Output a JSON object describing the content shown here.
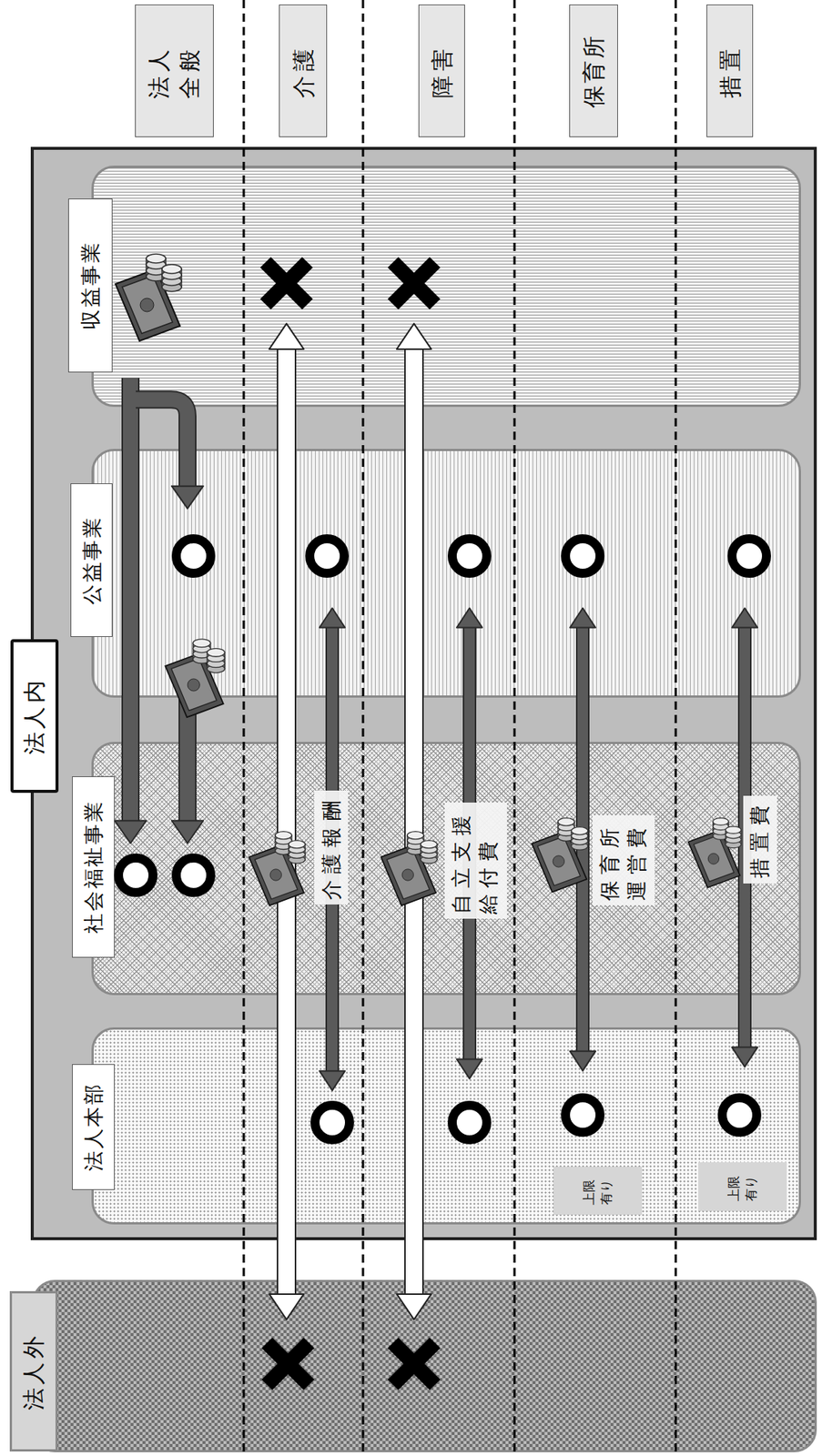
{
  "diagram": {
    "nodes": [
      {
        "text": [
          "法人全般"
        ]
      },
      {
        "text": [
          "介護"
        ]
      },
      {
        "text": [
          "障害"
        ]
      },
      {
        "text": [
          "保育所"
        ]
      },
      {
        "text": [
          "措置"
        ]
      },
      {
        "text": [
          "法人内"
        ]
      },
      {
        "text": [
          "収益事業"
        ],
        "in": 5
      },
      {
        "text": [
          "公益事業"
        ],
        "in": 5
      },
      {
        "text": [
          "社会福祉事業"
        ],
        "in": 5
      },
      {
        "text": [
          "法人本部"
        ],
        "in": 5
      },
      {
        "text": [
          "上限有り"
        ],
        "in": 9
      },
      {
        "text": [
          "上限有り"
        ],
        "in": 9
      },
      {
        "text": [
          "法人外"
        ]
      }
    ],
    "edges": [
      {
        "from": 6,
        "to": 8,
        "arrow": "to"
      },
      {
        "from": 6,
        "to": 7,
        "arrow": "to"
      },
      {
        "from": 7,
        "to": 8,
        "arrow": "to"
      },
      {
        "from": 6,
        "to": 12,
        "arrow": "both"
      },
      {
        "from": 7,
        "to": 9,
        "label": "介護報酬",
        "arrow": "both"
      },
      {
        "from": 6,
        "to": 12,
        "arrow": "both"
      },
      {
        "from": 7,
        "to": 9,
        "label": "自立支援給付費",
        "arrow": "both"
      },
      {
        "from": 7,
        "to": 9,
        "label": "保育所運営費",
        "arrow": "both"
      },
      {
        "from": 7,
        "to": 9,
        "label": "措置費",
        "arrow": "both"
      }
    ]
  }
}
